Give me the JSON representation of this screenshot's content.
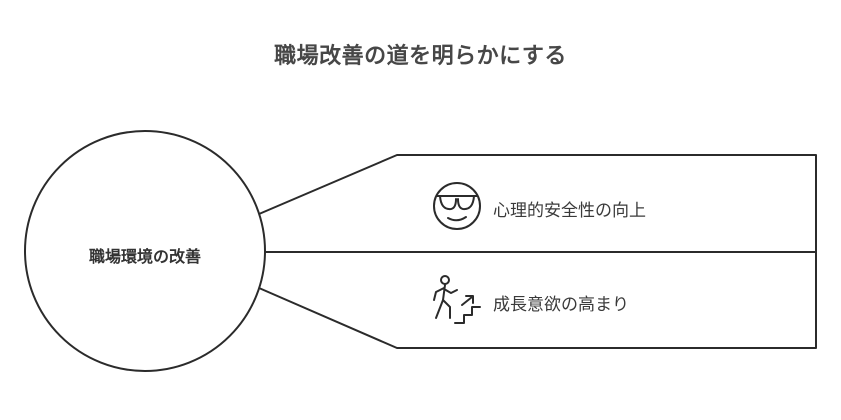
{
  "title": "職場改善の道を明らかにする",
  "center": {
    "label": "職場環境の改善"
  },
  "items": [
    {
      "label": "心理的安全性の向上",
      "icon": "sunglasses-face-icon"
    },
    {
      "label": "成長意欲の高まり",
      "icon": "climbing-stairs-icon"
    }
  ],
  "colors": {
    "stroke": "#2b2b2b",
    "text": "#3a3a3a"
  }
}
